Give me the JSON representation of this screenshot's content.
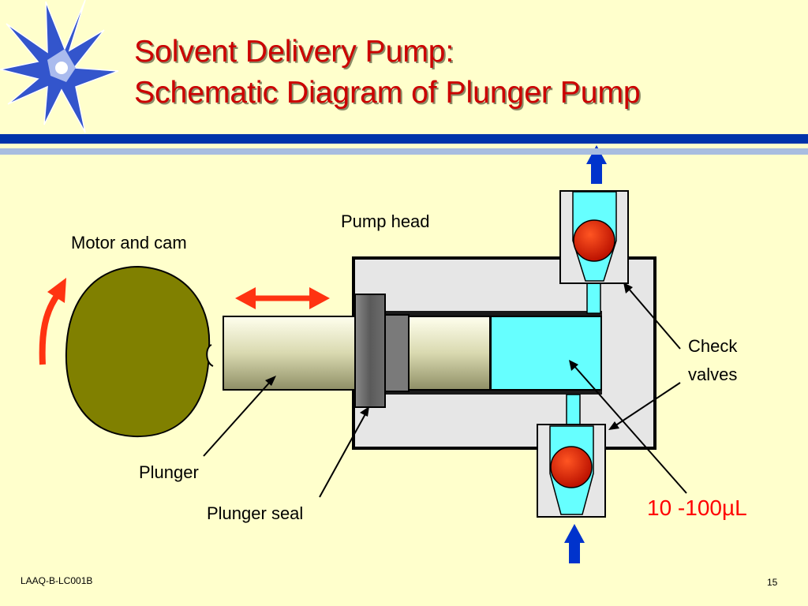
{
  "title": {
    "line1": "Solvent Delivery Pump:",
    "line2": "Schematic Diagram of Plunger Pump"
  },
  "labels": {
    "pump_head": "Pump head",
    "motor_and_cam": "Motor and cam",
    "check_valves_line1": "Check",
    "check_valves_line2": "valves",
    "plunger": "Plunger",
    "plunger_seal": "Plunger seal",
    "volume": "10 -100µL"
  },
  "footer": {
    "code": "LAAQ-B-LC001B",
    "page": "15"
  },
  "colors": {
    "title": "#cc0000",
    "rule_dark": "#0033aa",
    "rule_light": "#a8bde0",
    "cam": "#808000",
    "solvent": "#66ffff",
    "ball": "#dd2200",
    "flow_arrow": "#0033cc",
    "motion_arrow": "#ff3311",
    "volume_text": "#ff0000"
  }
}
